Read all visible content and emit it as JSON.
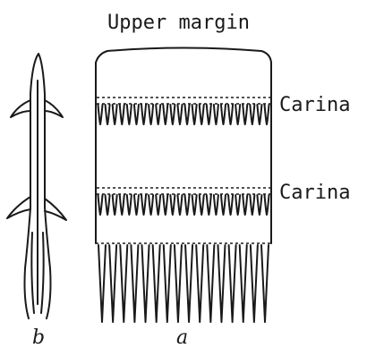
{
  "labels": {
    "upper_margin": "Upper margin",
    "carina_upper": "Carina",
    "carina_lower": "Carina",
    "fig_a": "a",
    "fig_b": "b"
  }
}
